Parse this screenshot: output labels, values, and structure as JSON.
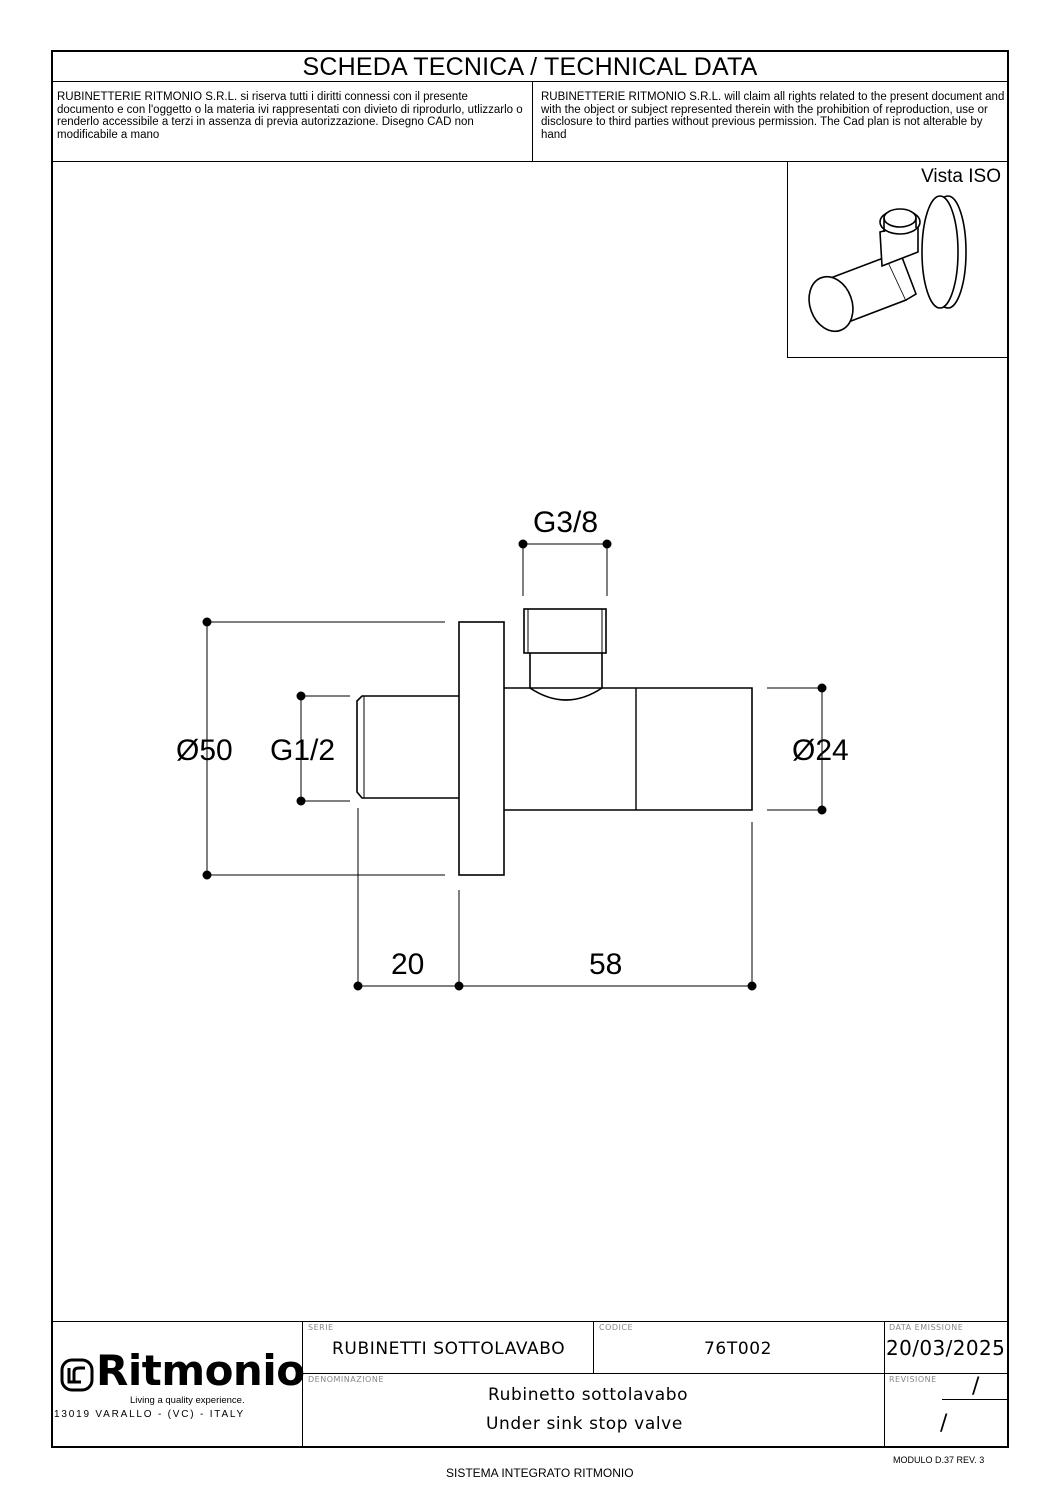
{
  "header": {
    "title": "SCHEDA TECNICA / TECHNICAL DATA",
    "notice_it": "RUBINETTERIE RITMONIO S.R.L. si riserva tutti i diritti connessi con il presente documento e con l'oggetto o la materia ivi rappresentati con divieto di riprodurlo, utlizzarlo o renderlo accessibile a terzi in assenza di previa autorizzazione. Disegno CAD non modificabile a mano",
    "notice_en": "RUBINETTERIE RITMONIO S.R.L. will claim all rights related to the present document and with the object or subject represented therein with the prohibition  of reproduction, use or disclosure to third parties without previous permission.  The Cad plan is not alterable by hand"
  },
  "iso_view": {
    "label": "Vista ISO"
  },
  "drawing": {
    "dim_flange_diameter": "Ø50",
    "dim_inlet_thread": "G1/2",
    "dim_outlet_thread": "G3/8",
    "dim_body_diameter": "Ø24",
    "dim_thread_length": "20",
    "dim_body_length": "58"
  },
  "title_block": {
    "logo": {
      "brand": "Ritmonio",
      "tagline": "Living a quality experience.",
      "address": "13019 VARALLO - (VC) - ITALY"
    },
    "serie_caption": "SERIE",
    "serie_value": "RUBINETTI SOTTOLAVABO",
    "codice_caption": "CODICE",
    "codice_value": "76T002",
    "data_caption": "DATA EMISSIONE",
    "data_value": "20/03/2025",
    "denominazione_caption": "DENOMINAZIONE",
    "denominazione_it": "Rubinetto sottolavabo",
    "denominazione_en": "Under sink stop valve",
    "revisione_caption": "REVISIONE",
    "revisione_value": "/",
    "revisione_value_2": "/"
  },
  "footer": {
    "modulo": "MODULO D.37 REV. 3",
    "sistema": "SISTEMA INTEGRATO RITMONIO"
  }
}
